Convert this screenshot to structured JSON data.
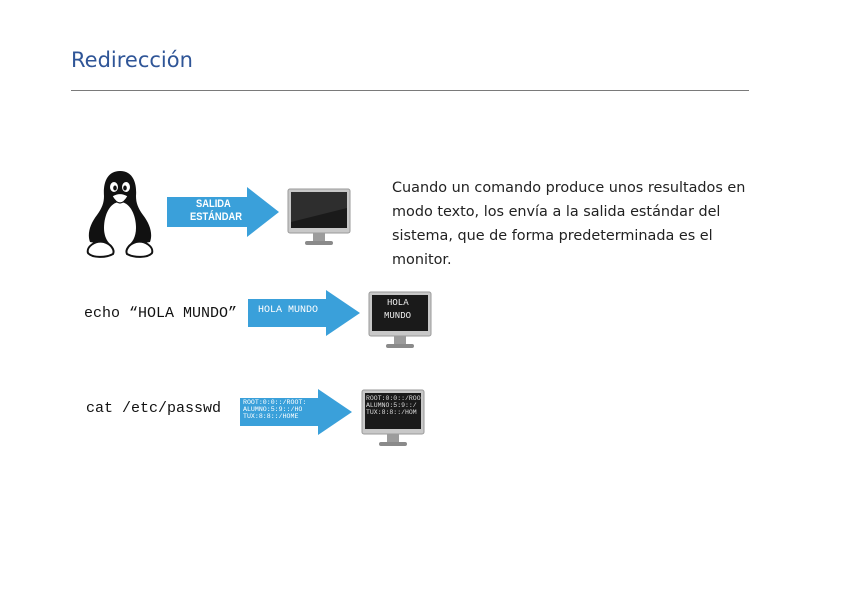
{
  "slide": {
    "title": "Redirección",
    "description": "Cuando un comando produce unos resultados en modo texto, los envía a la salida estándar del sistema, que de forma predeterminada es el monitor."
  },
  "diagram": {
    "row1": {
      "arrow_line1": "SALIDA",
      "arrow_line2": "ESTÁNDAR"
    },
    "row2": {
      "command": "echo “HOLA MUNDO”",
      "arrow_text": "HOLA MUNDO",
      "screen_line1": "HOLA",
      "screen_line2": "MUNDO"
    },
    "row3": {
      "command": "cat /etc/passwd",
      "arrow_lines": [
        "ROOT:0:0::/ROOT:",
        "ALUMNO:5:9::/HO",
        "TUX:8:8::/HOME"
      ],
      "screen_lines": [
        "ROOT:0:0::/ROO",
        "ALUMNO:5:9::/",
        "TUX:8:8::/HOM"
      ]
    }
  },
  "colors": {
    "accent": "#2f5597",
    "arrow": "#3aa0da"
  },
  "icons": [
    "tux-penguin-icon",
    "monitor-icon"
  ]
}
